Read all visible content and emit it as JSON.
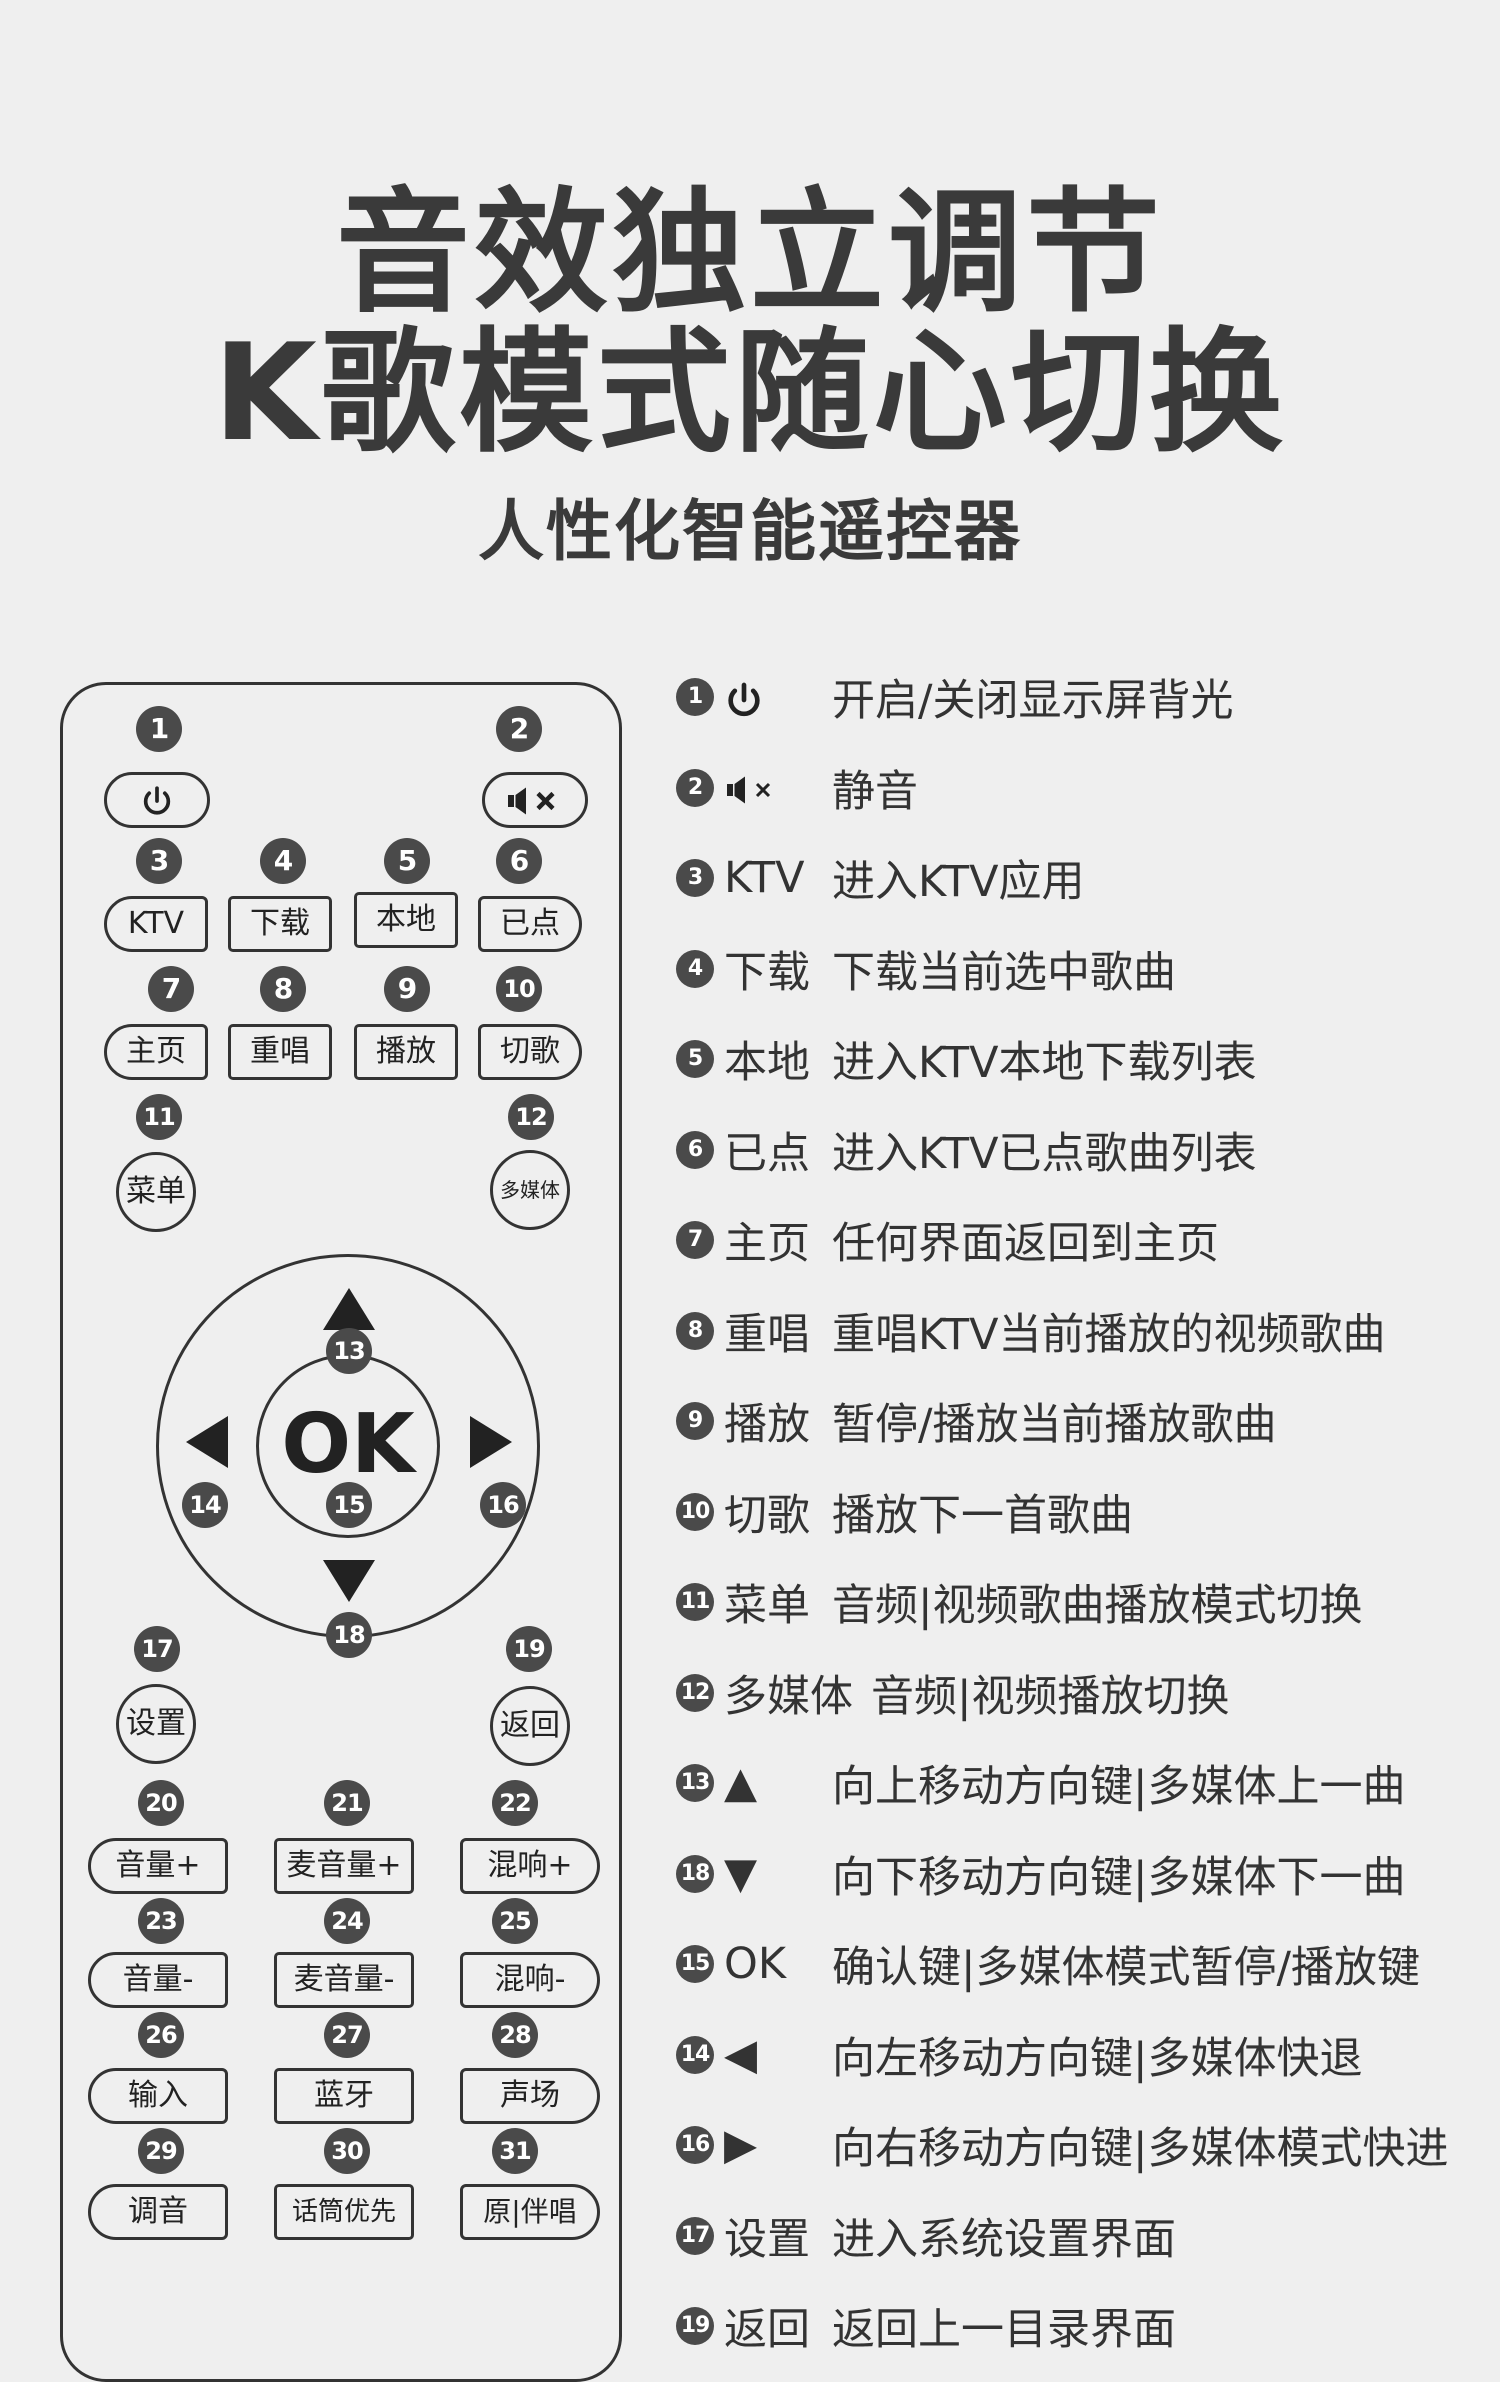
{
  "header": {
    "title_line1": "音效独立调节",
    "title_line2": "K歌模式随心切换",
    "subtitle": "人性化智能遥控器"
  },
  "remote": {
    "badges": [
      "1",
      "2",
      "3",
      "4",
      "5",
      "6",
      "7",
      "8",
      "9",
      "10",
      "11",
      "12",
      "13",
      "14",
      "15",
      "16",
      "17",
      "18",
      "19",
      "20",
      "21",
      "22",
      "23",
      "24",
      "25",
      "26",
      "27",
      "28",
      "29",
      "30",
      "31"
    ],
    "buttons": {
      "ktv": "KTV",
      "download": "下载",
      "local": "本地",
      "queued": "已点",
      "home": "主页",
      "replay": "重唱",
      "play": "播放",
      "skip": "切歌",
      "menu": "菜单",
      "multimedia": "多媒体",
      "ok": "OK",
      "settings": "设置",
      "back": "返回",
      "vol_up": "音量+",
      "mic_vol_up": "麦音量+",
      "reverb_up": "混响+",
      "vol_down": "音量-",
      "mic_vol_down": "麦音量-",
      "reverb_down": "混响-",
      "input": "输入",
      "bluetooth": "蓝牙",
      "sound_field": "声场",
      "tuning": "调音",
      "mic_priority": "话筒优先",
      "vocal": "原|伴唱"
    }
  },
  "features": [
    {
      "num": "1",
      "icon": "power-icon",
      "key": "",
      "desc": "开启/关闭显示屏背光"
    },
    {
      "num": "2",
      "icon": "mute-icon",
      "key": "",
      "desc": "静音"
    },
    {
      "num": "3",
      "key": "KTV",
      "desc": "进入KTV应用"
    },
    {
      "num": "4",
      "key": "下载",
      "desc": "下载当前选中歌曲"
    },
    {
      "num": "5",
      "key": "本地",
      "desc": "进入KTV本地下载列表"
    },
    {
      "num": "6",
      "key": "已点",
      "desc": "进入KTV已点歌曲列表"
    },
    {
      "num": "7",
      "key": "主页",
      "desc": "任何界面返回到主页"
    },
    {
      "num": "8",
      "key": "重唱",
      "desc": "重唱KTV当前播放的视频歌曲"
    },
    {
      "num": "9",
      "key": "播放",
      "desc": "暂停/播放当前播放歌曲"
    },
    {
      "num": "10",
      "key": "切歌",
      "desc": "播放下一首歌曲"
    },
    {
      "num": "11",
      "key": "菜单",
      "desc": "音频|视频歌曲播放模式切换"
    },
    {
      "num": "12",
      "key": "多媒体",
      "desc": "音频|视频播放切换"
    },
    {
      "num": "13",
      "key": "▲",
      "desc": "向上移动方向键|多媒体上一曲"
    },
    {
      "num": "18",
      "key": "▼",
      "desc": "向下移动方向键|多媒体下一曲"
    },
    {
      "num": "15",
      "key": "OK",
      "desc": "确认键|多媒体模式暂停/播放键"
    },
    {
      "num": "14",
      "key": "◀",
      "desc": "向左移动方向键|多媒体快退"
    },
    {
      "num": "16",
      "key": "▶",
      "desc": "向右移动方向键|多媒体模式快进"
    },
    {
      "num": "17",
      "key": "设置",
      "desc": "进入系统设置界面"
    },
    {
      "num": "19",
      "key": "返回",
      "desc": "返回上一目录界面"
    }
  ]
}
